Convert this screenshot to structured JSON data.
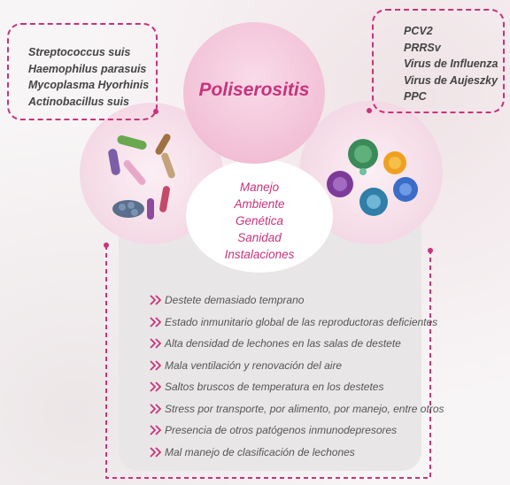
{
  "title": "Poliserositis",
  "factors": [
    "Manejo",
    "Ambiente",
    "Genética",
    "Sanidad",
    "Instalaciones"
  ],
  "bacteria": [
    "Streptococcus suis",
    "Haemophilus parasuis",
    "Mycoplasma Hyorhinis",
    "Actinobacillus suis"
  ],
  "viruses": [
    "PCV2",
    "PRRSv",
    "Virus de Influenza",
    "Virus de Aujeszky",
    "PPC"
  ],
  "causes": [
    "Destete demasiado temprano",
    "Estado inmunitario global de las reproductoras deficientes",
    "Alta densidad de lechones en las salas de destete",
    "Mala ventilación y renovación del aire",
    "Saltos bruscos de temperatura en los destetes",
    "Stress por transporte, por alimento, por manejo, entre otros",
    "Presencia de otros patógenos inmunodepresores",
    "Mal manejo de clasificación de lechones"
  ],
  "colors": {
    "accent": "#c8337c",
    "text": "#444444",
    "panel": "#e9e6e7"
  },
  "icons": {
    "bullet": "double-chevron-icon",
    "bacteria": "bacteria-icon",
    "virus": "virus-icon"
  }
}
